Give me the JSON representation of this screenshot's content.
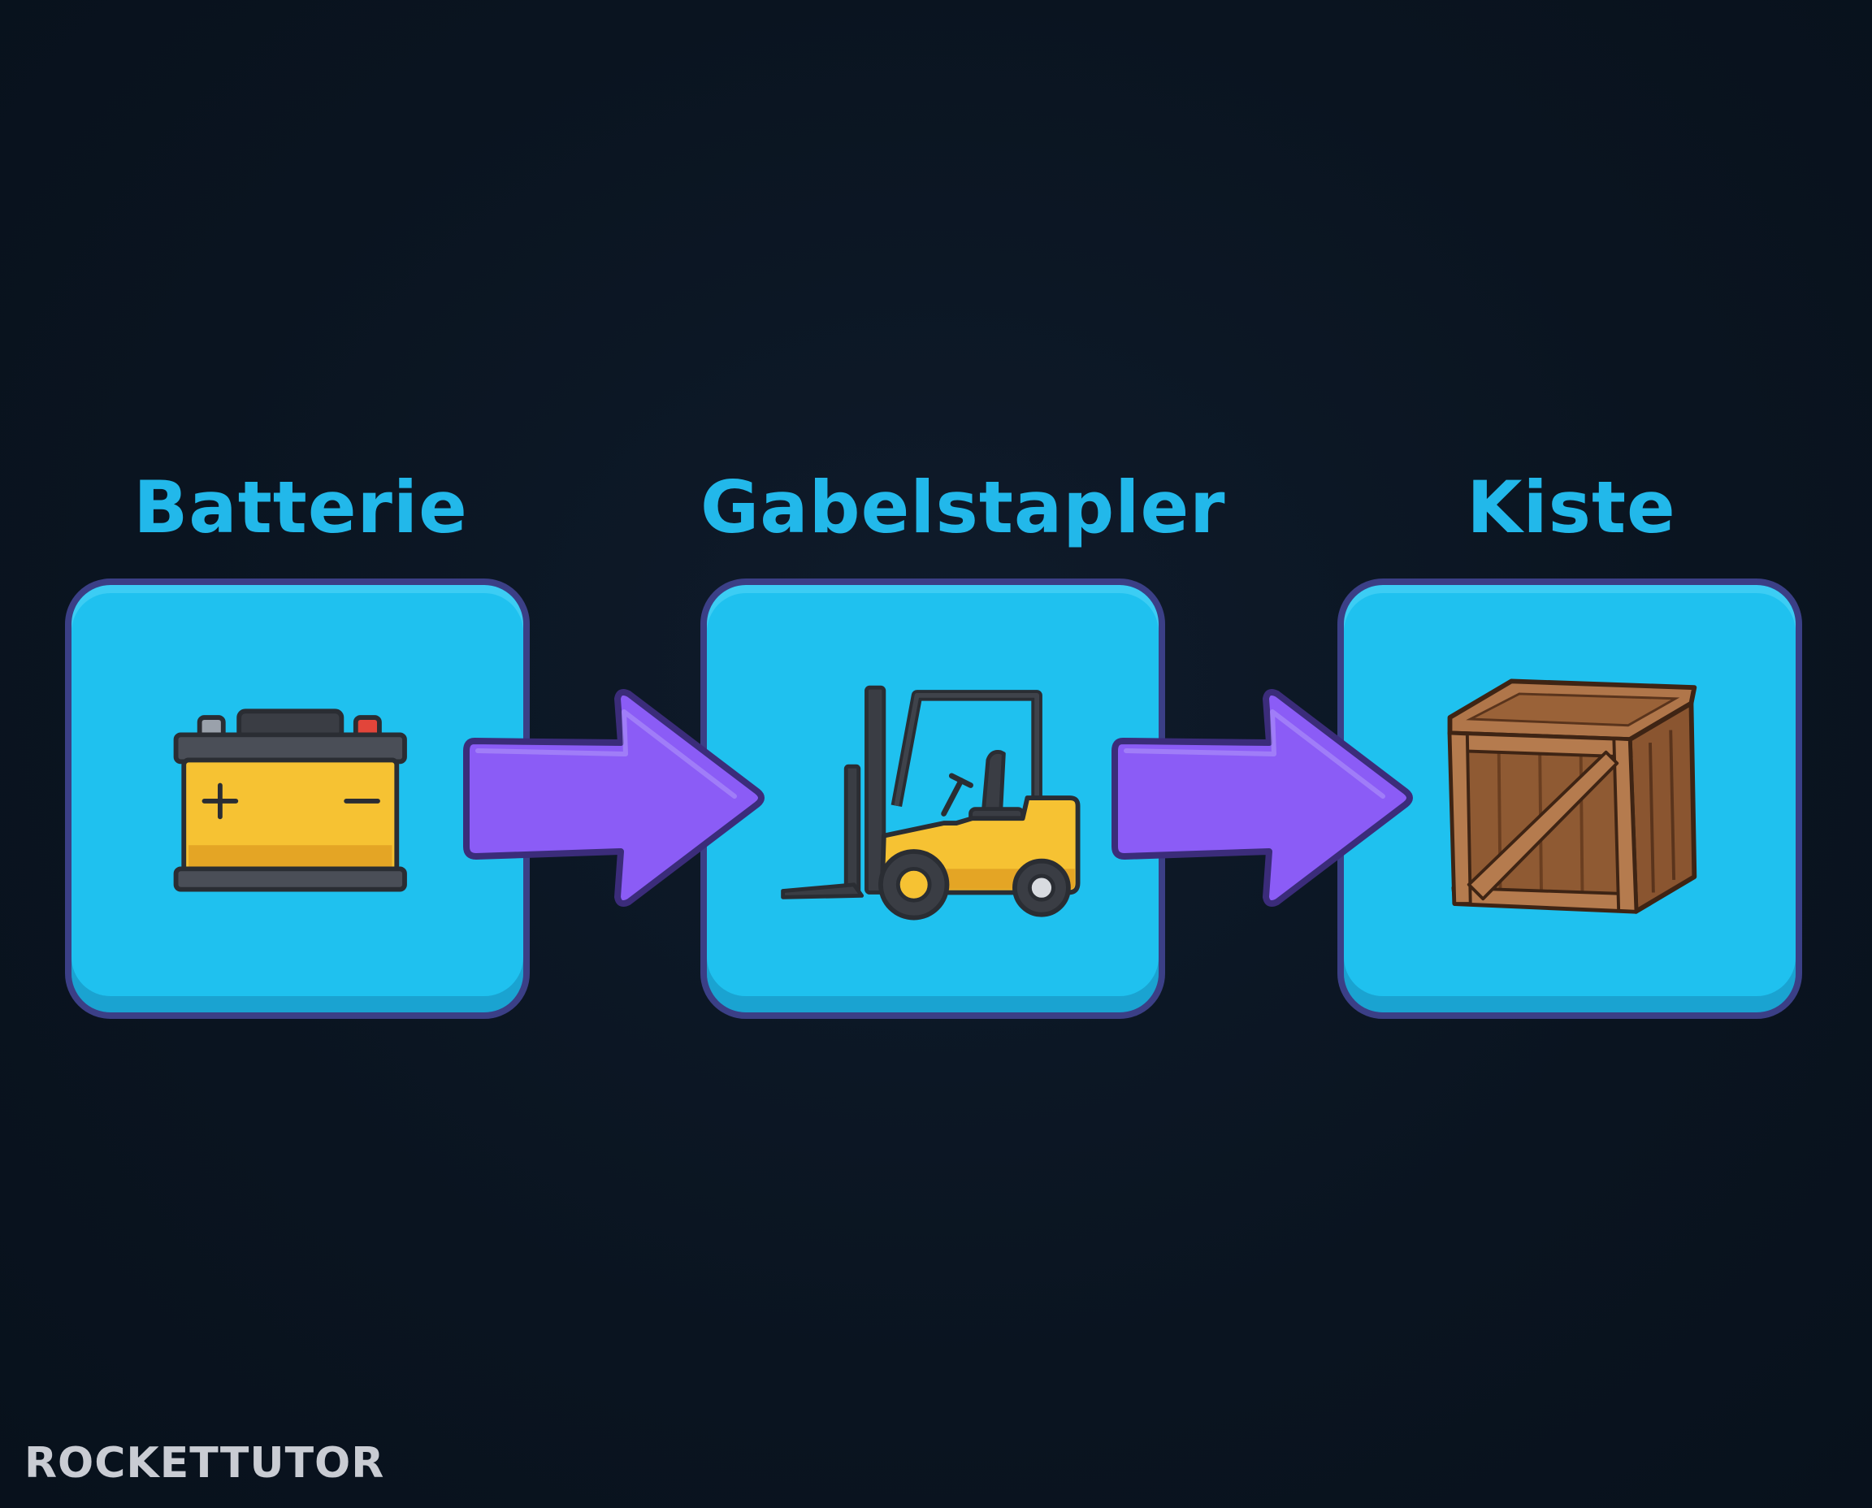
{
  "nodes": [
    {
      "label": "Batterie",
      "icon": "battery-icon"
    },
    {
      "label": "Gabelstapler",
      "icon": "forklift-icon"
    },
    {
      "label": "Kiste",
      "icon": "wooden-crate-icon"
    }
  ],
  "edges": [
    {
      "from": "Batterie",
      "to": "Gabelstapler"
    },
    {
      "from": "Gabelstapler",
      "to": "Kiste"
    }
  ],
  "colors": {
    "background": "#0b1523",
    "label": "#22b8ea",
    "card_fill": "#1fc1ef",
    "card_border": "#3b3f86",
    "arrow_fill": "#8b5cf6",
    "arrow_outline": "#3b2c7a"
  },
  "watermark": "ROCKETTUTOR"
}
